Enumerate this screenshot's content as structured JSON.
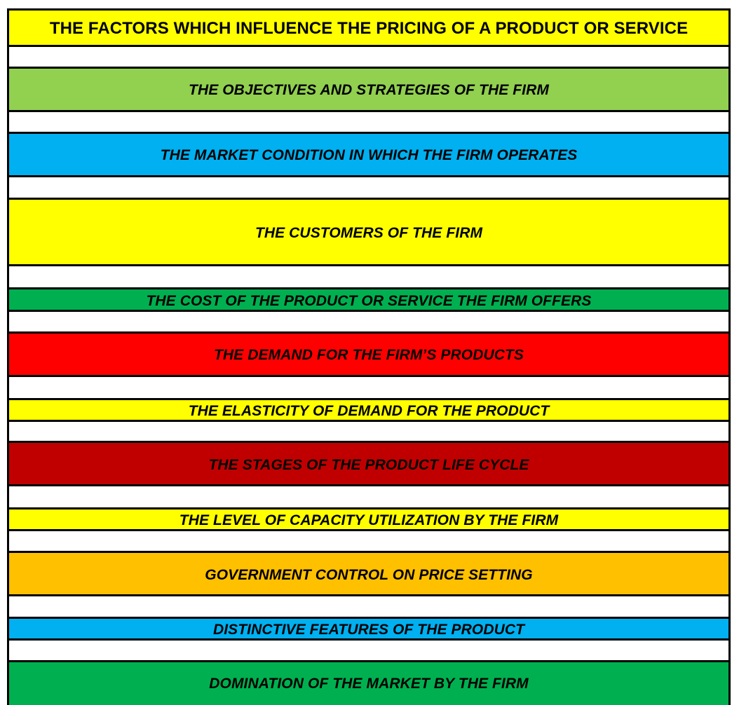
{
  "title": "THE FACTORS WHICH INFLUENCE THE PRICING OF A PRODUCT OR SERVICE",
  "factors": [
    {
      "label": "THE OBJECTIVES AND STRATEGIES OF THE FIRM",
      "color": "#92D050"
    },
    {
      "label": "THE MARKET CONDITION IN WHICH THE FIRM OPERATES",
      "color": "#00B0F0"
    },
    {
      "label": "THE CUSTOMERS OF THE FIRM",
      "color": "#FFFF00"
    },
    {
      "label": "THE COST OF THE PRODUCT OR SERVICE THE FIRM OFFERS",
      "color": "#00B050"
    },
    {
      "label": "THE DEMAND FOR THE FIRM’S PRODUCTS",
      "color": "#FF0000"
    },
    {
      "label": "THE ELASTICITY OF DEMAND FOR THE PRODUCT",
      "color": "#FFFF00"
    },
    {
      "label": "THE STAGES OF THE PRODUCT LIFE CYCLE",
      "color": "#C00000"
    },
    {
      "label": "THE LEVEL OF CAPACITY UTILIZATION BY THE FIRM",
      "color": "#FFFF00"
    },
    {
      "label": "GOVERNMENT CONTROL ON PRICE SETTING",
      "color": "#FFC000"
    },
    {
      "label": "DISTINCTIVE FEATURES OF THE PRODUCT",
      "color": "#00B0F0"
    },
    {
      "label": "DOMINATION OF THE MARKET BY THE FIRM",
      "color": "#00B050"
    }
  ],
  "colors": {
    "title_background": "#FFFF00",
    "spacer": "#FFFFFF",
    "border": "#000000"
  }
}
